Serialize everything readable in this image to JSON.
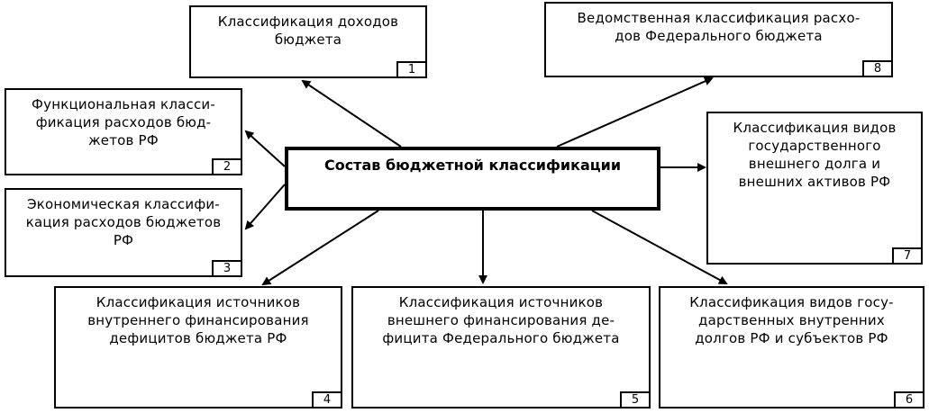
{
  "center": {
    "title": "Состав бюджетной классификации"
  },
  "boxes": [
    {
      "id": "1",
      "lines": [
        "Классификация доходов",
        "бюджета"
      ],
      "number": "1"
    },
    {
      "id": "2",
      "lines": [
        "Функциональная класси-",
        "фикация расходов бюд-",
        "жетов РФ"
      ],
      "number": "2"
    },
    {
      "id": "3",
      "lines": [
        "Экономическая классифи-",
        "кация расходов бюджетов",
        "РФ"
      ],
      "number": "3"
    },
    {
      "id": "4",
      "lines": [
        "Классификация источников",
        "внутреннего финансирования",
        "дефицитов бюджета РФ"
      ],
      "number": "4"
    },
    {
      "id": "5",
      "lines": [
        "Классификация источников",
        "внешнего финансирования де-",
        "фицита Федерального бюджета"
      ],
      "number": "5"
    },
    {
      "id": "6",
      "lines": [
        "Классификация видов госу-",
        "дарственных внутренних",
        "долгов РФ и субъектов РФ"
      ],
      "number": "6"
    },
    {
      "id": "7",
      "lines": [
        "Классификация видов",
        "государственного",
        "внешнего долга и",
        "внешних активов РФ"
      ],
      "number": "7"
    },
    {
      "id": "8",
      "lines": [
        "Ведомственная классификация расхо-",
        "дов Федерального бюджета"
      ],
      "number": "8"
    }
  ],
  "colors": {
    "line": "#000000",
    "background": "#ffffff"
  }
}
